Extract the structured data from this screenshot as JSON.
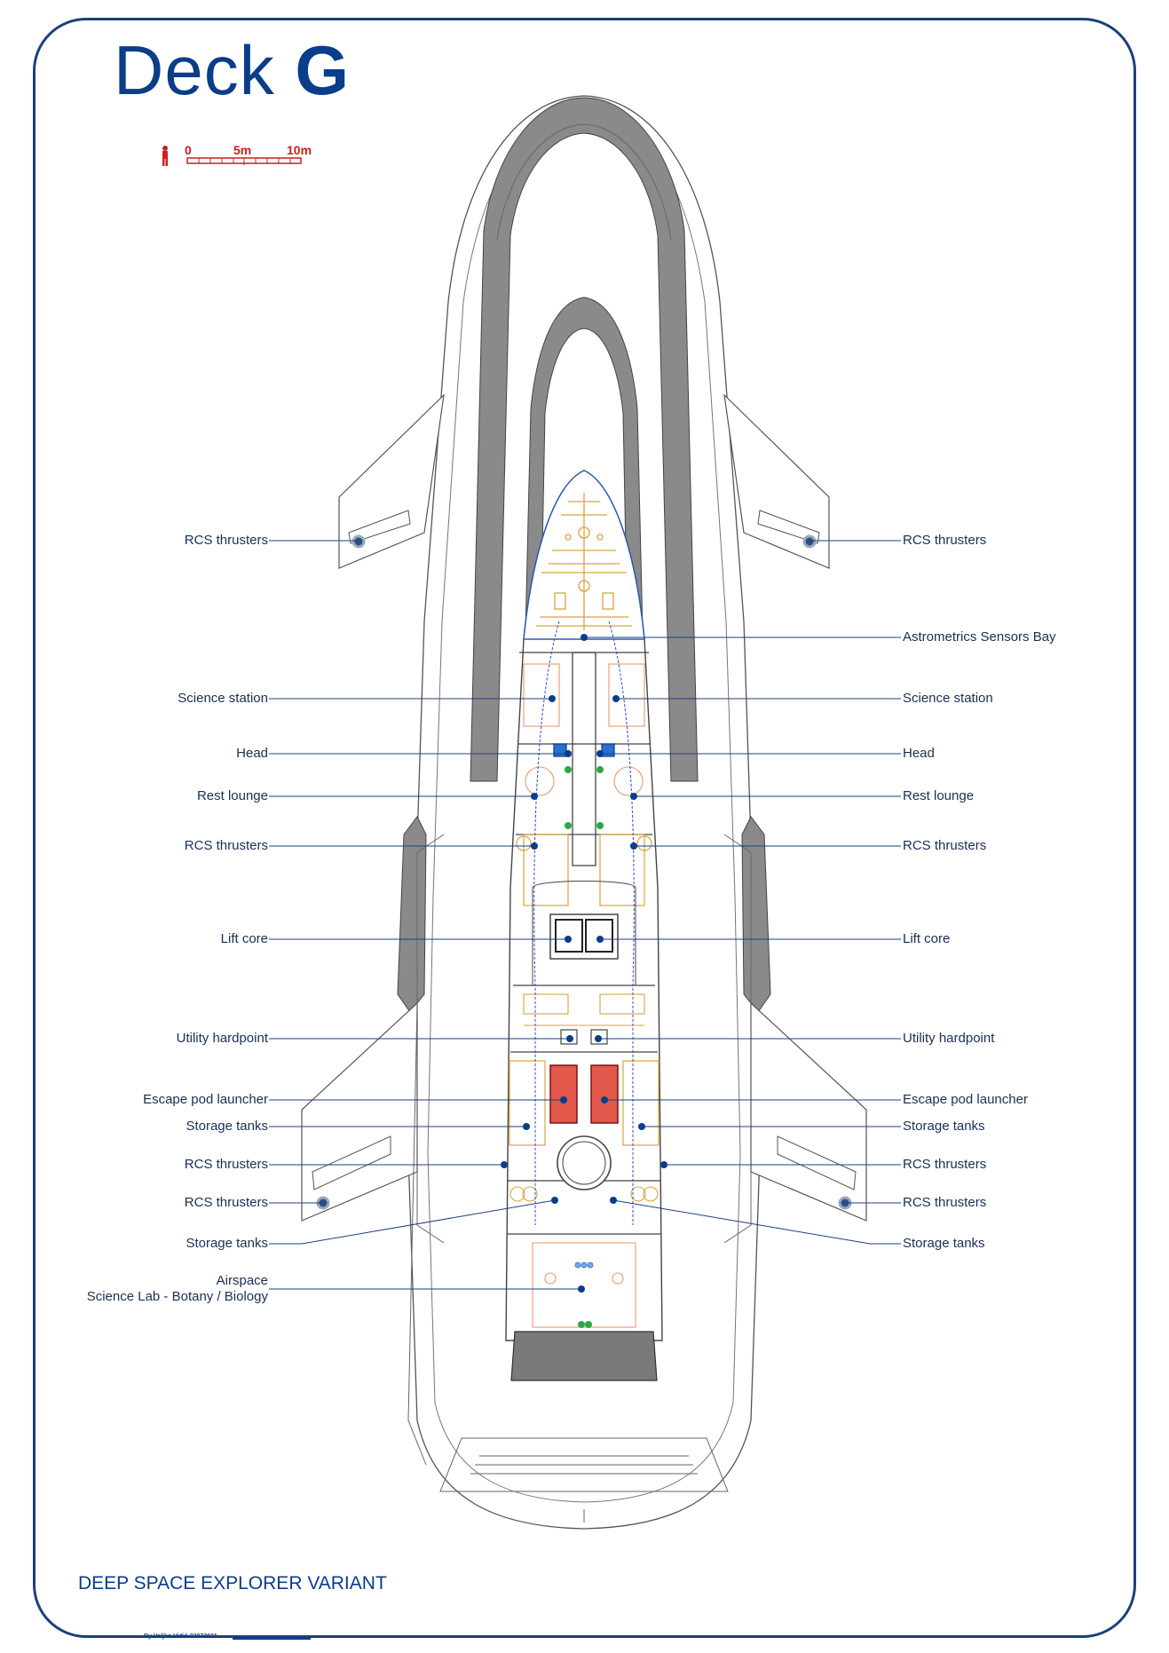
{
  "title": {
    "prefix": "Deck",
    "letter": "G"
  },
  "scale_bar": {
    "ticks": [
      "0",
      "5m",
      "10m"
    ],
    "color": "#cc1f1f"
  },
  "subtitle": "DEEP SPACE EXPLORER VARIANT",
  "credit": "By Veljko Vidić 23072021",
  "colors": {
    "accent": "#0a3d8a",
    "hull_gray": "#8a8a8a",
    "marker": "#0a3d8a",
    "furniture": "#d9a441",
    "pod": "#e2584a",
    "plant": "#2aa84a"
  },
  "labels_left": [
    "RCS thrusters",
    "Science station",
    "Head",
    "Rest lounge",
    "RCS thrusters",
    "Lift core",
    "Utility hardpoint",
    "Escape pod launcher",
    "Storage tanks",
    "RCS thrusters",
    "RCS thrusters",
    "Storage tanks",
    "Airspace",
    "Science Lab - Botany / Biology"
  ],
  "labels_right": [
    "RCS thrusters",
    "Astrometrics Sensors Bay",
    "Science station",
    "Head",
    "Rest lounge",
    "RCS thrusters",
    "Lift core",
    "Utility hardpoint",
    "Escape pod launcher",
    "Storage tanks",
    "RCS thrusters",
    "RCS thrusters",
    "Storage tanks"
  ]
}
